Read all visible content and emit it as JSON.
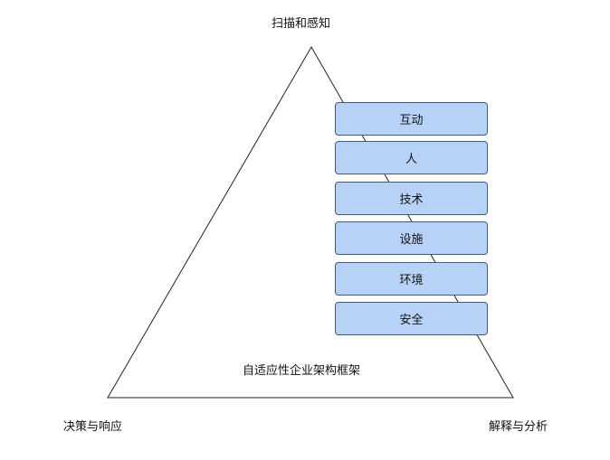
{
  "diagram": {
    "apex_label": "扫描和感知",
    "bottom_left_label": "决策与响应",
    "bottom_right_label": "解释与分析",
    "center_label": "自适应性企业架构框架",
    "layers": [
      {
        "label": "互动"
      },
      {
        "label": "人"
      },
      {
        "label": "技术"
      },
      {
        "label": "设施"
      },
      {
        "label": "环境"
      },
      {
        "label": "安全"
      }
    ],
    "colors": {
      "layer_fill": "#b7d2f7",
      "layer_border": "#3e5c87",
      "triangle_stroke": "#222222"
    }
  }
}
